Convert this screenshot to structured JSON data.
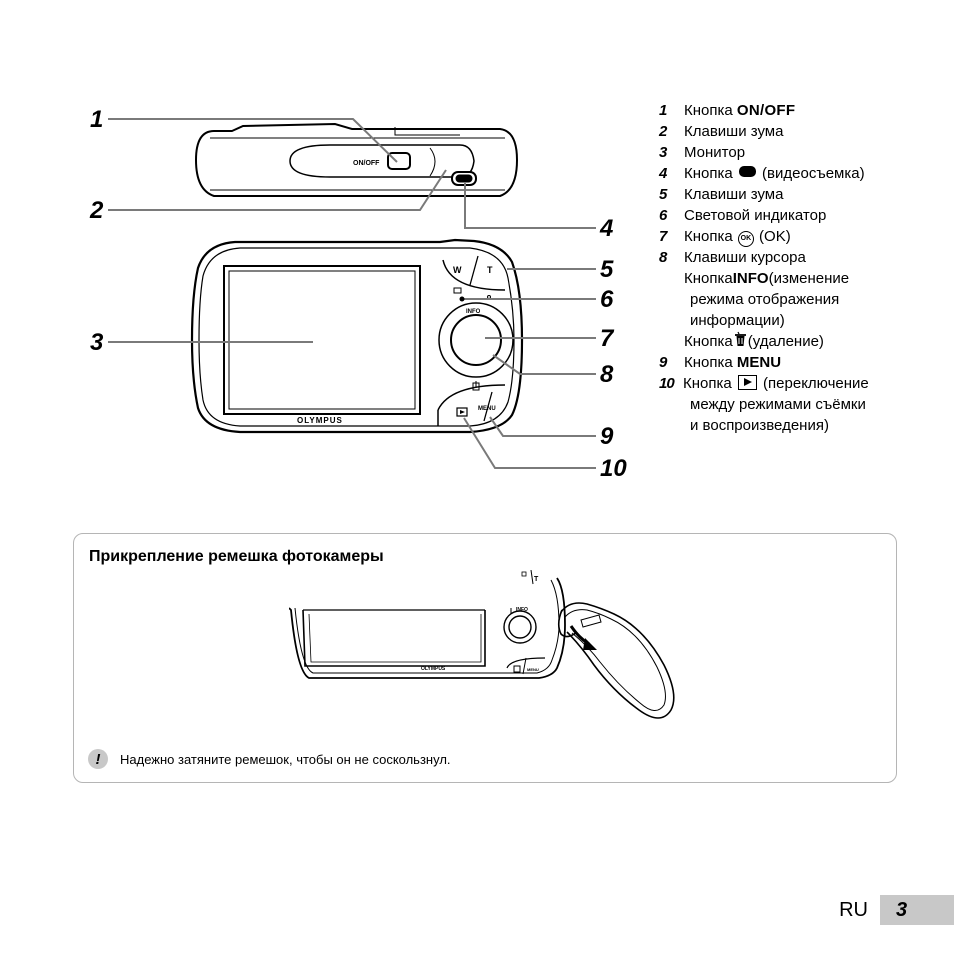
{
  "diagram": {
    "callouts": [
      "1",
      "2",
      "3",
      "4",
      "5",
      "6",
      "7",
      "8",
      "9",
      "10"
    ],
    "camera_labels": {
      "on_off": "ON/OFF",
      "zoom_w": "W",
      "zoom_t": "T",
      "info": "INFO",
      "menu": "MENU",
      "brand": "OLYMPUS"
    },
    "icons": [
      "play-icon",
      "trash-icon",
      "indicator-icon",
      "ok-icon",
      "movie-icon"
    ]
  },
  "legend": {
    "items": [
      {
        "num": "1",
        "pre": "Кнопка ",
        "key": "ON/OFF"
      },
      {
        "num": "2",
        "text": "Клавиши зума"
      },
      {
        "num": "3",
        "text": "Монитор"
      },
      {
        "num": "4",
        "pre": "Кнопка ",
        "post": " (видеосъемка)"
      },
      {
        "num": "5",
        "text": "Клавиши зума"
      },
      {
        "num": "6",
        "text": "Световой индикатор"
      },
      {
        "num": "7",
        "pre": "Кнопка ",
        "ok": "OK",
        "post": " (OK)"
      },
      {
        "num": "8",
        "text": "Клавиши курсора",
        "sub1_pre": "Кнопка ",
        "sub1_key": "INFO",
        "sub1_post": " (изменение",
        "sub1_l2": "режима отображения",
        "sub1_l3": "информации)",
        "sub2_pre": "Кнопка ",
        "sub2_post": " (удаление)"
      },
      {
        "num": "9",
        "pre": "Кнопка ",
        "key": "MENU"
      },
      {
        "num": "10",
        "pre": "Кнопка ",
        "post": " (переключение",
        "l2": "между режимами съёмки",
        "l3": "и воспроизведения)"
      }
    ]
  },
  "strap_section": {
    "title": "Прикрепление ремешка фотокамеры",
    "note_icon": "!",
    "note": "Надежно затяните ремешок, чтобы он не соскользнул.",
    "camera_labels": {
      "info": "INFO",
      "brand": "OLYMPUS",
      "menu": "MENU",
      "t": "T"
    }
  },
  "footer": {
    "lang": "RU",
    "page": "3"
  }
}
